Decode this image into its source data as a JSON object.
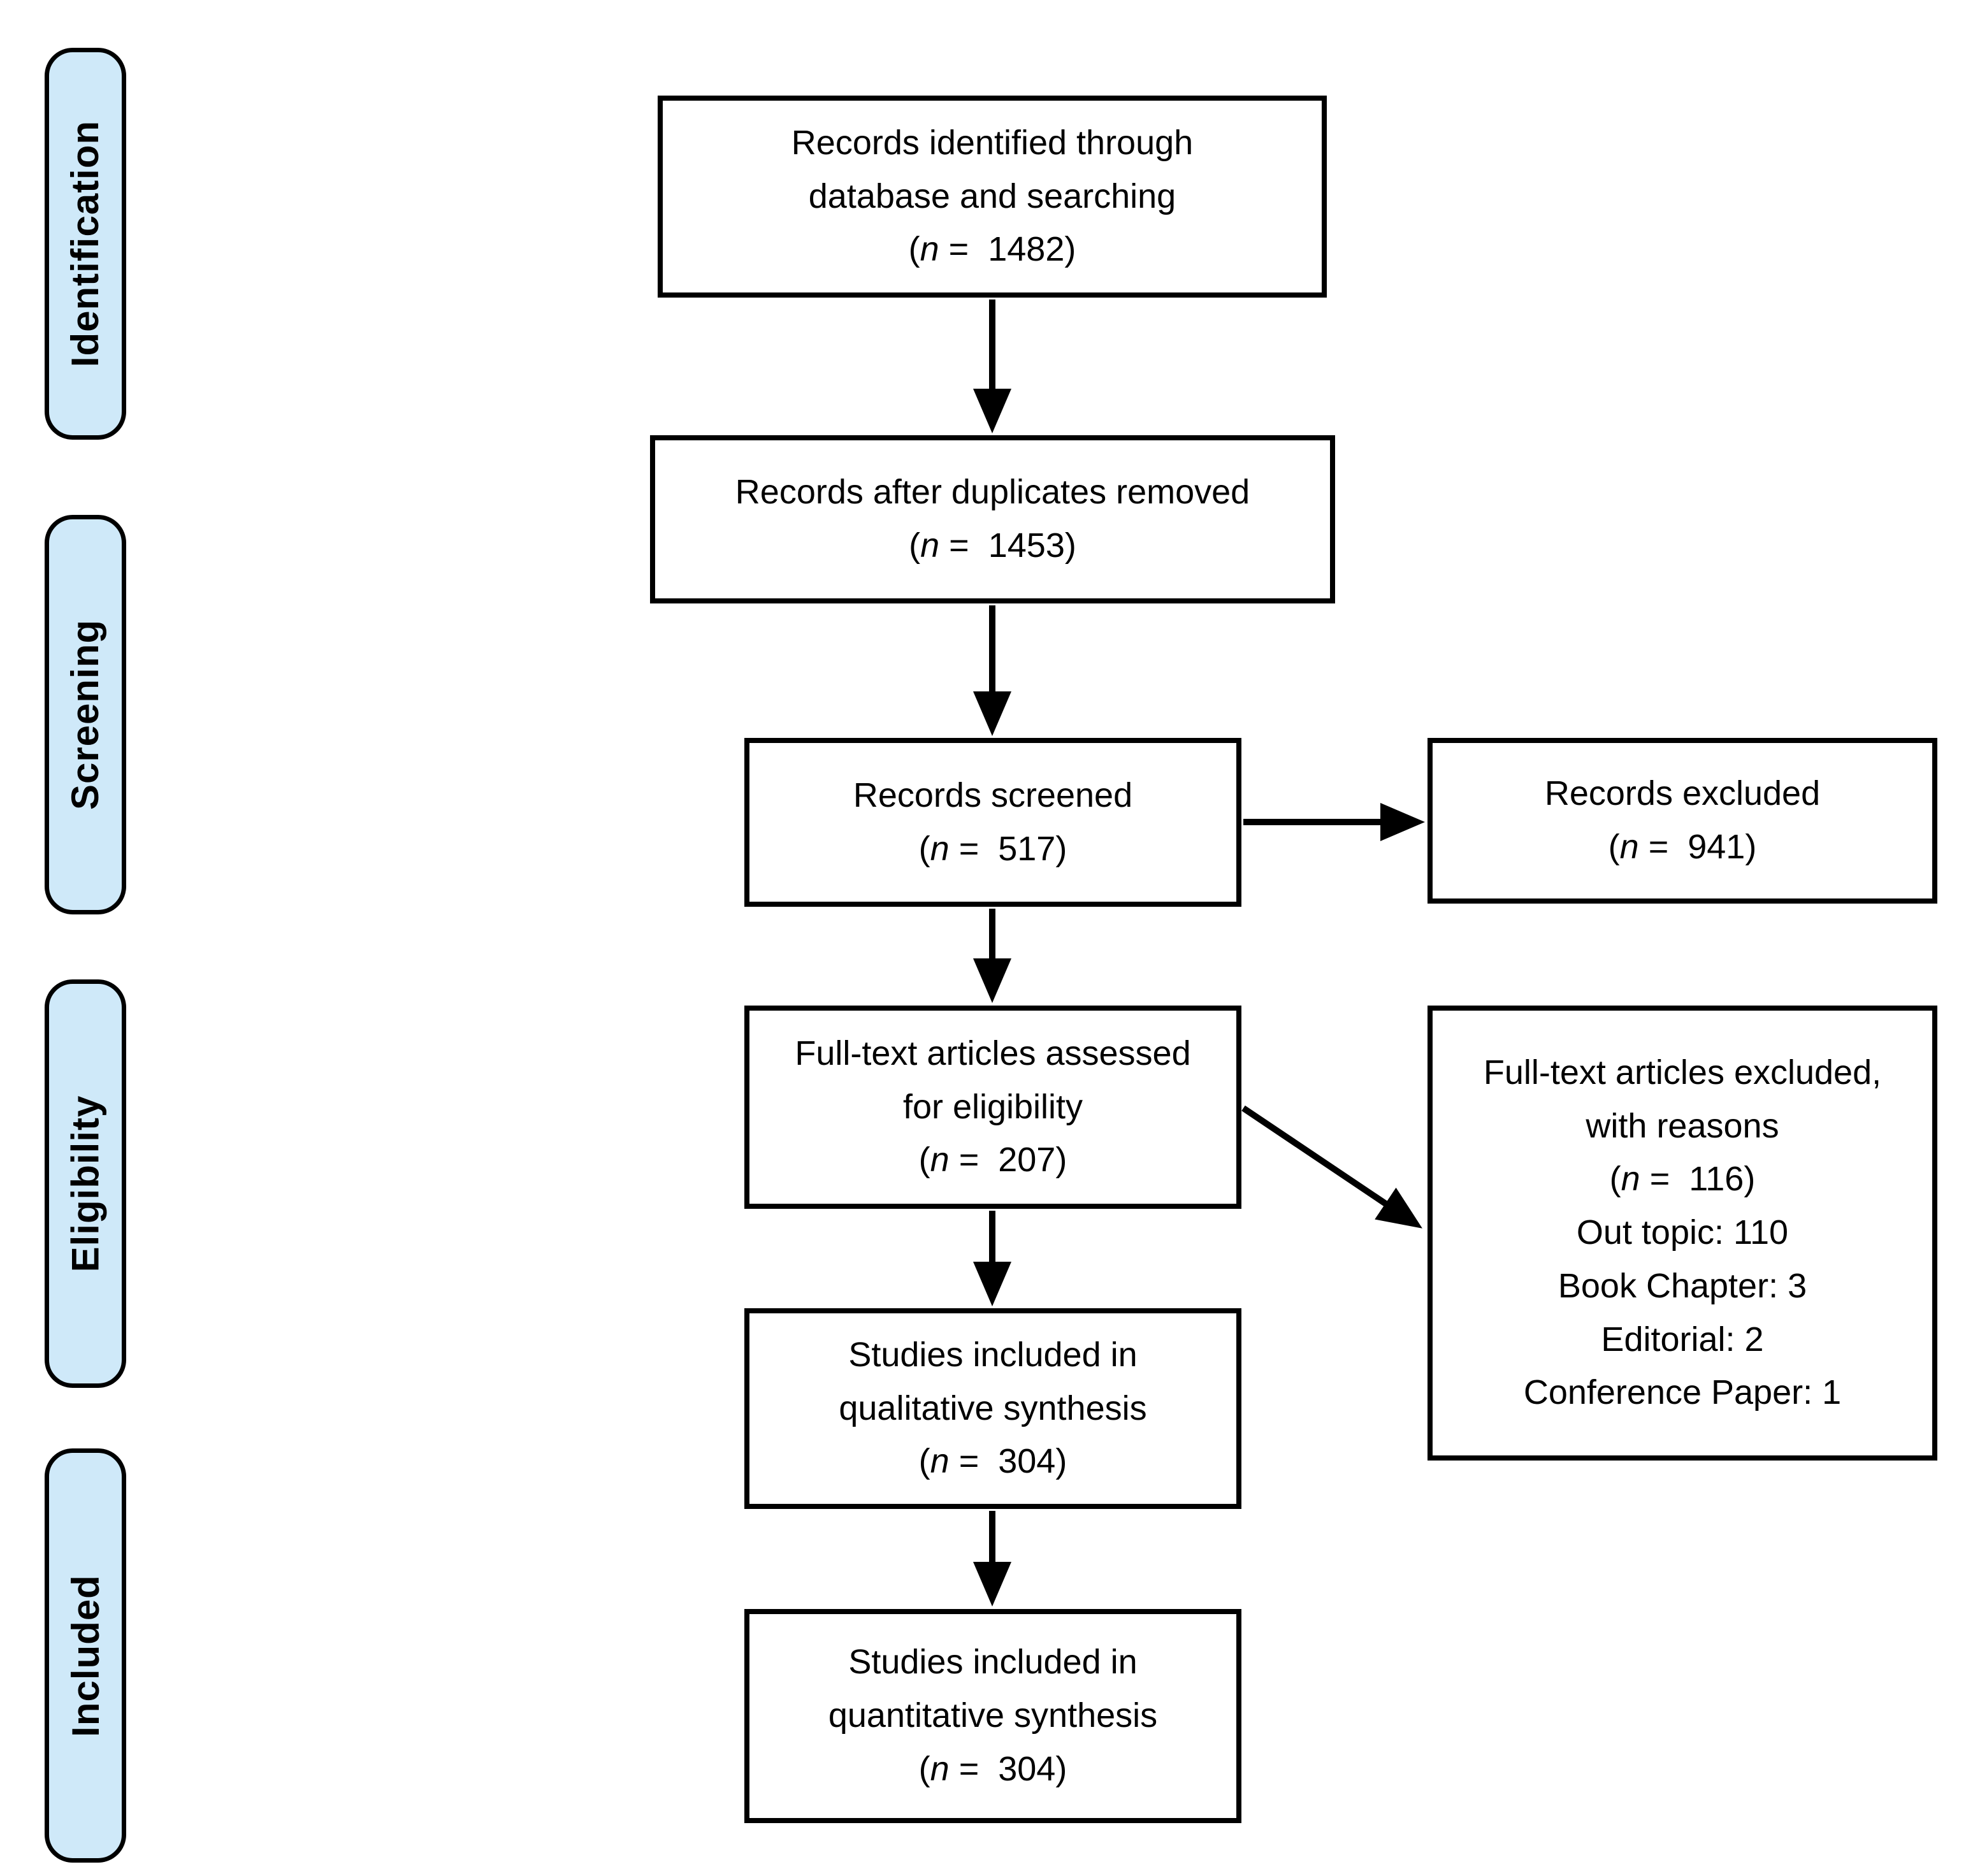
{
  "colors": {
    "stage_fill": "#cfe9f9",
    "stage_border": "#000000",
    "box_fill": "#ffffff",
    "box_border": "#000000",
    "text": "#000000",
    "arrow": "#000000"
  },
  "n_format": {
    "open": "(",
    "symbol": "n",
    "equals": " =  ",
    "close": ")"
  },
  "stages": [
    {
      "label": "Identification"
    },
    {
      "label": "Screening"
    },
    {
      "label": "Eligibility"
    },
    {
      "label": "Included"
    }
  ],
  "boxes": {
    "identified": {
      "lines": [
        "Records identified through",
        "database and searching"
      ],
      "n": "1482"
    },
    "deduplicated": {
      "lines": [
        "Records after duplicates removed"
      ],
      "n": "1453"
    },
    "screened": {
      "lines": [
        "Records screened"
      ],
      "n": "517"
    },
    "records_excluded": {
      "lines": [
        "Records excluded"
      ],
      "n": "941"
    },
    "fulltext_assessed": {
      "lines": [
        "Full-text articles assessed",
        "for eligibility"
      ],
      "n": "207"
    },
    "fulltext_excluded": {
      "lines": [
        "Full-text articles excluded,",
        "with reasons"
      ],
      "n": "116",
      "reasons": [
        "Out topic: 110",
        "Book Chapter: 3",
        "Editorial: 2",
        "Conference Paper: 1"
      ]
    },
    "qualitative_included": {
      "lines": [
        "Studies included in",
        "qualitative synthesis"
      ],
      "n": "304"
    },
    "quantitative_included": {
      "lines": [
        "Studies included in",
        "quantitative synthesis"
      ],
      "n": "304"
    }
  }
}
